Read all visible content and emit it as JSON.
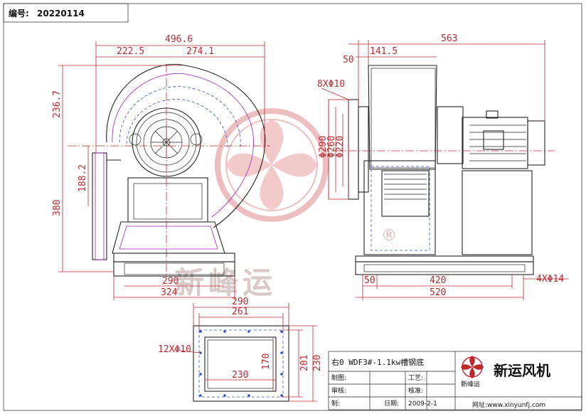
{
  "header": {
    "code_label": "编号:",
    "code_value": "20220114"
  },
  "watermark": {
    "text": "新峰运",
    "registered": "®"
  },
  "dimensions": {
    "front_total_width": "496.6",
    "front_left_width": "222.5",
    "front_right_width": "274.1",
    "front_height_upper": "236.7",
    "outlet_height": "188.2",
    "front_total_height": "380",
    "base_inner": "290",
    "base_outer": "324",
    "side_total": "563",
    "side_flange": "50",
    "side_shell": "141.5",
    "holes_inlet": "8XΦ10",
    "dia_outer": "Φ290",
    "dia_bolt": "Φ260",
    "dia_inner": "Φ220",
    "side_base_left": "50",
    "side_base_mid": "420",
    "side_base_total": "520",
    "holes_base": "4XΦ14",
    "outlet_outer_w": "290",
    "outlet_bolt_w": "261",
    "outlet_holes": "12XΦ10",
    "outlet_inner_w": "230",
    "outlet_inner_h": "170",
    "outlet_bolt_h": "201",
    "outlet_outer_h": "230"
  },
  "title_block": {
    "model": "右0 WDF3#-1.1kw槽钢底",
    "company": "新运风机",
    "logo_caption": "新峰运",
    "labels": {
      "drawn": "制图:",
      "checked": "审核:",
      "process": "工艺:",
      "approve": "核准:",
      "date_label": "日期:",
      "draw": "制:"
    },
    "date": "2009-2-1",
    "website": "网址:www.xinyunfj.com"
  }
}
